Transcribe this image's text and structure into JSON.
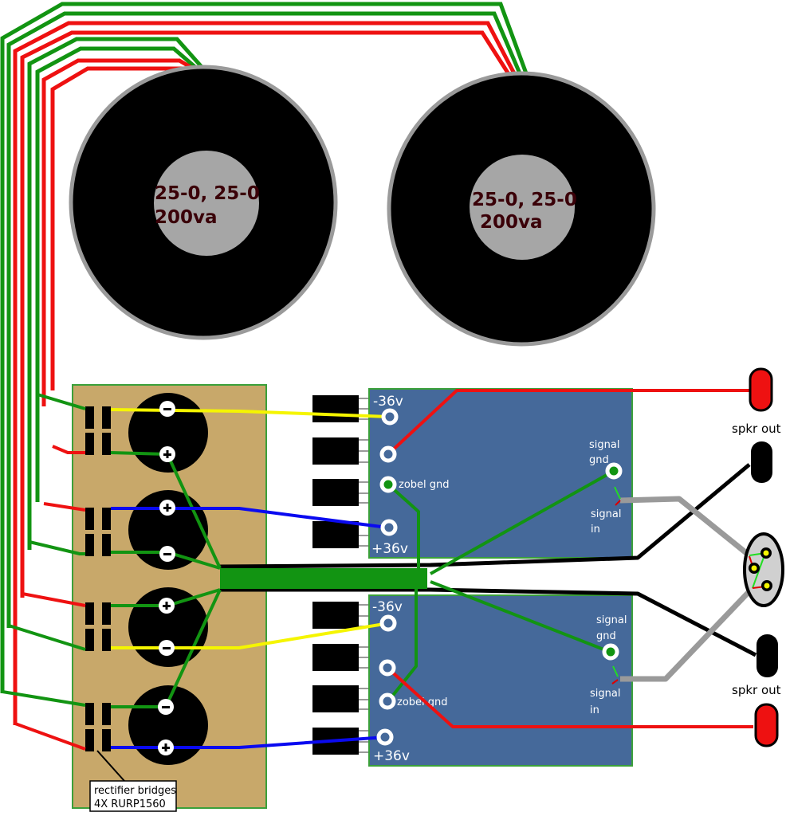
{
  "diagram": {
    "title": "Dual-transformer amplifier power supply wiring",
    "colors": {
      "background": "#ffffff",
      "wire_red": "#ee1111",
      "wire_green": "#129412",
      "wire_yellow": "#f5f500",
      "wire_blue": "#0a0af0",
      "wire_black": "#000000",
      "wire_gray": "#9a9a9a",
      "psu_board": "#c8a86a",
      "amp_board": "#45699a",
      "transformer_body": "#000000",
      "transformer_rim": "#9a9a9a",
      "transformer_center": "#a6a6a6",
      "speaker_red": "#ee1111"
    },
    "transformers": [
      {
        "id": "transformer-left",
        "label_line1": "25-0, 25-0",
        "label_line2": "200va"
      },
      {
        "id": "transformer-right",
        "label_line1": "25-0, 25-0",
        "label_line2": "200va"
      }
    ],
    "psu_board": {
      "capacitors": [
        {
          "top_terminal": "−",
          "bottom_terminal": "+"
        },
        {
          "top_terminal": "+",
          "bottom_terminal": "−"
        },
        {
          "top_terminal": "+",
          "bottom_terminal": "−"
        },
        {
          "top_terminal": "−",
          "bottom_terminal": "+"
        }
      ],
      "callout_line1": "rectifier bridges",
      "callout_line2": "4X RURP1560"
    },
    "amp_boards": [
      {
        "id": "amp-top",
        "neg_rail": "-36v",
        "pos_rail": "+36v",
        "zobel": "zobel gnd",
        "signal_gnd_1": "signal",
        "signal_gnd_2": "gnd",
        "signal_in_1": "signal",
        "signal_in_2": "in"
      },
      {
        "id": "amp-bottom",
        "neg_rail": "-36v",
        "pos_rail": "+36v",
        "zobel": "zobel gnd",
        "signal_gnd_1": "signal",
        "signal_gnd_2": "gnd",
        "signal_in_1": "signal",
        "signal_in_2": "in"
      }
    ],
    "speaker_outputs": [
      {
        "label": "spkr out"
      },
      {
        "label": "spkr out"
      }
    ]
  }
}
